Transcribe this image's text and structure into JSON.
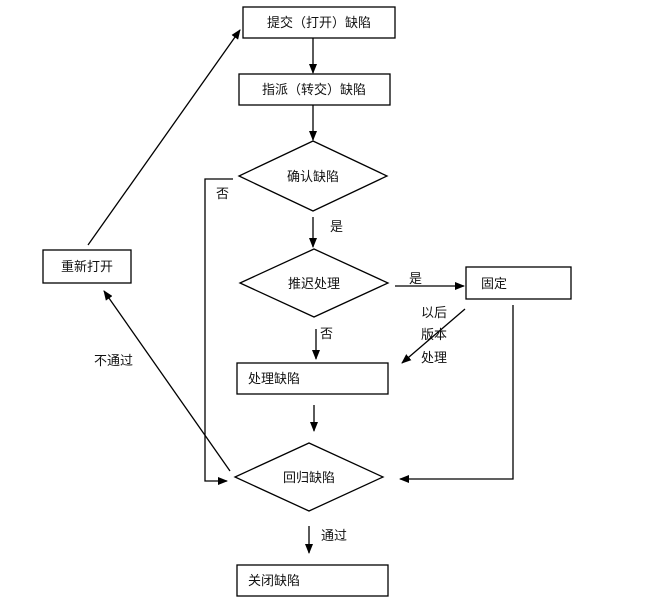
{
  "nodes": {
    "submit": "提交（打开）缺陷",
    "assign": "指派（转交）缺陷",
    "confirm": "确认缺陷",
    "defer": "推迟处理",
    "fixed": "固定",
    "handle": "处理缺陷",
    "regress": "回归缺陷",
    "reopen": "重新打开",
    "close": "关闭缺陷"
  },
  "edge_labels": {
    "confirm_no": "否",
    "confirm_yes": "是",
    "defer_yes": "是",
    "defer_no": "否",
    "regress_fail": "不通过",
    "regress_pass": "通过",
    "later_1": "以后",
    "later_2": "版本",
    "later_3": "处理"
  }
}
